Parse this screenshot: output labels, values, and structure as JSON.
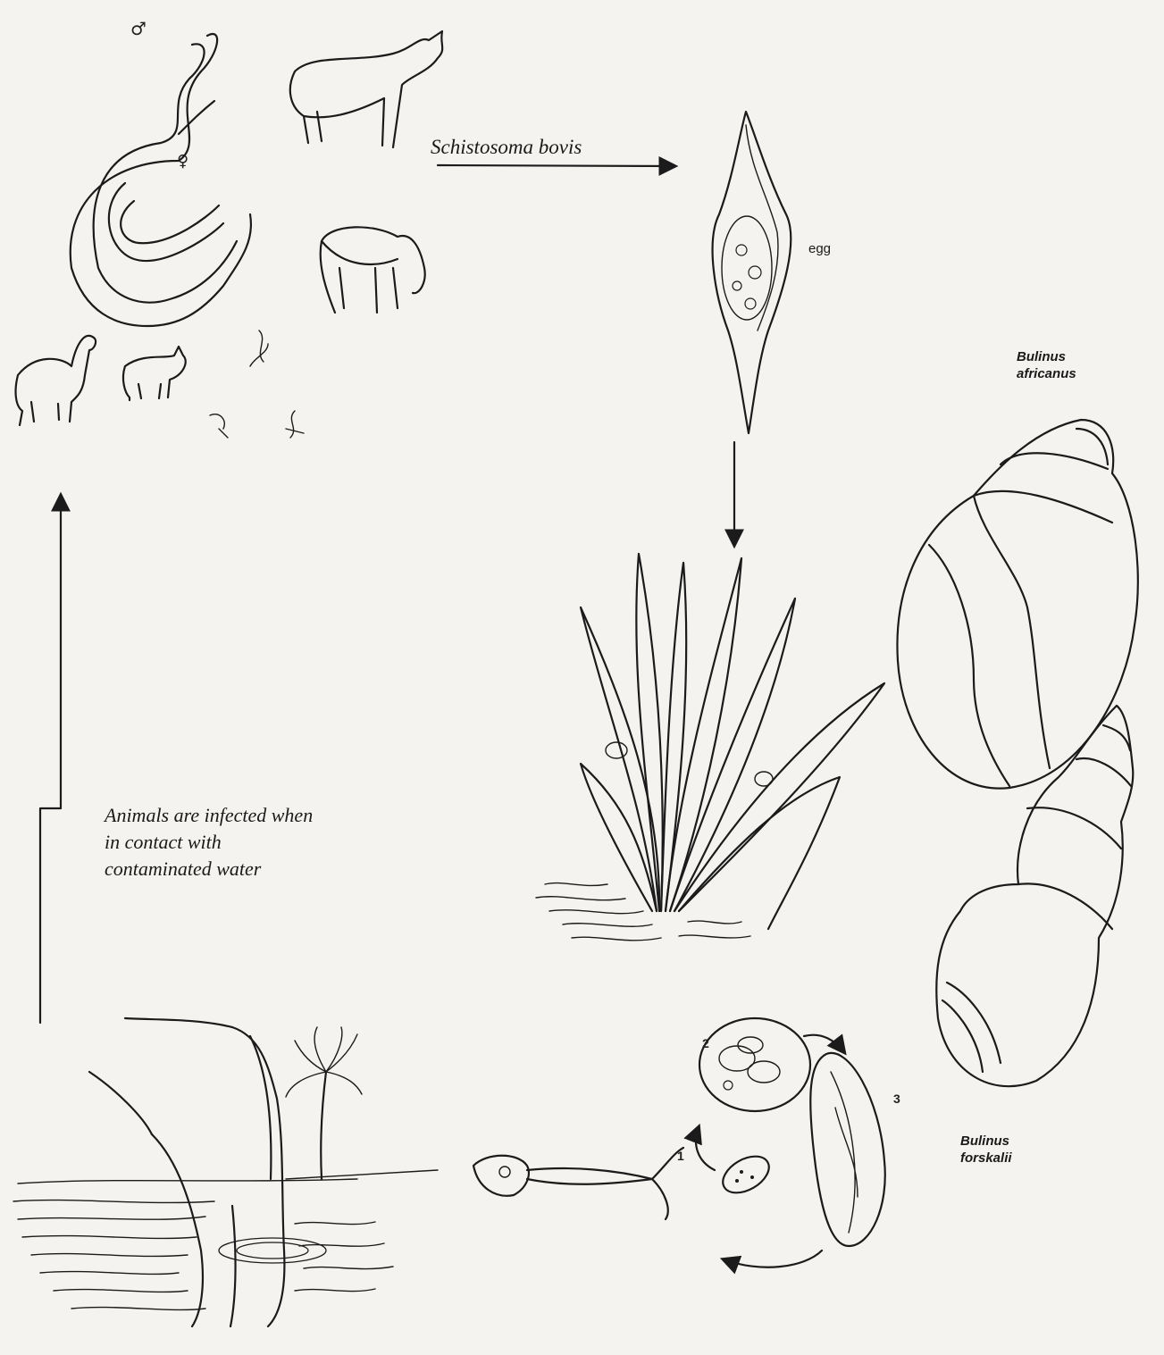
{
  "labels": {
    "species": "Schistosoma bovis",
    "egg": "egg",
    "snail_top": [
      "Bulinus",
      "africanus"
    ],
    "snail_bottom": [
      "Bulinus",
      "forskalii"
    ],
    "infection_note": [
      "Animals are infected when",
      "in contact with",
      "contaminated water"
    ],
    "male_symbol": "♂",
    "female_symbol": "♀",
    "stage_numbers": [
      "1",
      "2",
      "3"
    ]
  }
}
